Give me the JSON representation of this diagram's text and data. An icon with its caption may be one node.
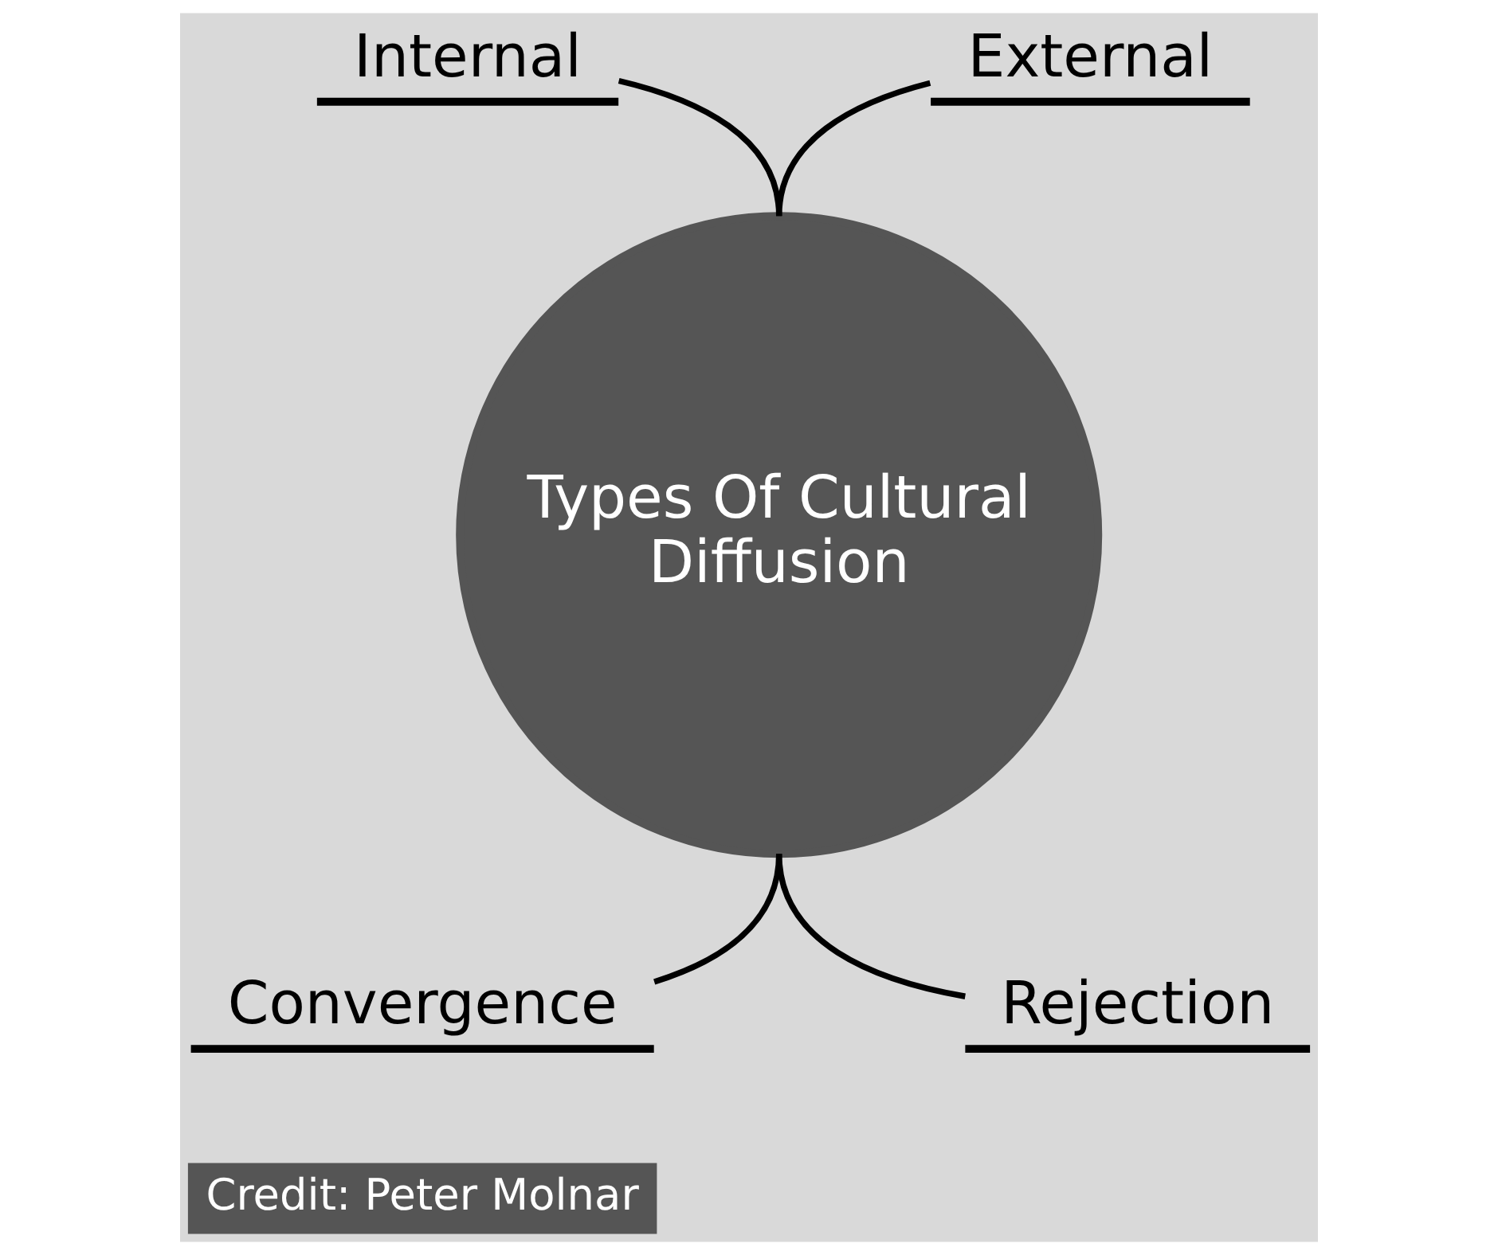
{
  "diagram": {
    "nodes": [
      {
        "text": [
          "Internal"
        ]
      },
      {
        "text": [
          "External"
        ]
      },
      {
        "text": [
          "Types Of Cultural Diffusion"
        ]
      },
      {
        "text": [
          "Convergence"
        ]
      },
      {
        "text": [
          "Rejection"
        ]
      }
    ],
    "edges": [
      {
        "from": 0,
        "to": 2,
        "arrow": "none"
      },
      {
        "from": 1,
        "to": 2,
        "arrow": "none"
      },
      {
        "from": 2,
        "to": 3,
        "arrow": "none"
      },
      {
        "from": 2,
        "to": 4,
        "arrow": "none"
      }
    ],
    "labels": [
      "Credit: Peter Molnar"
    ]
  }
}
